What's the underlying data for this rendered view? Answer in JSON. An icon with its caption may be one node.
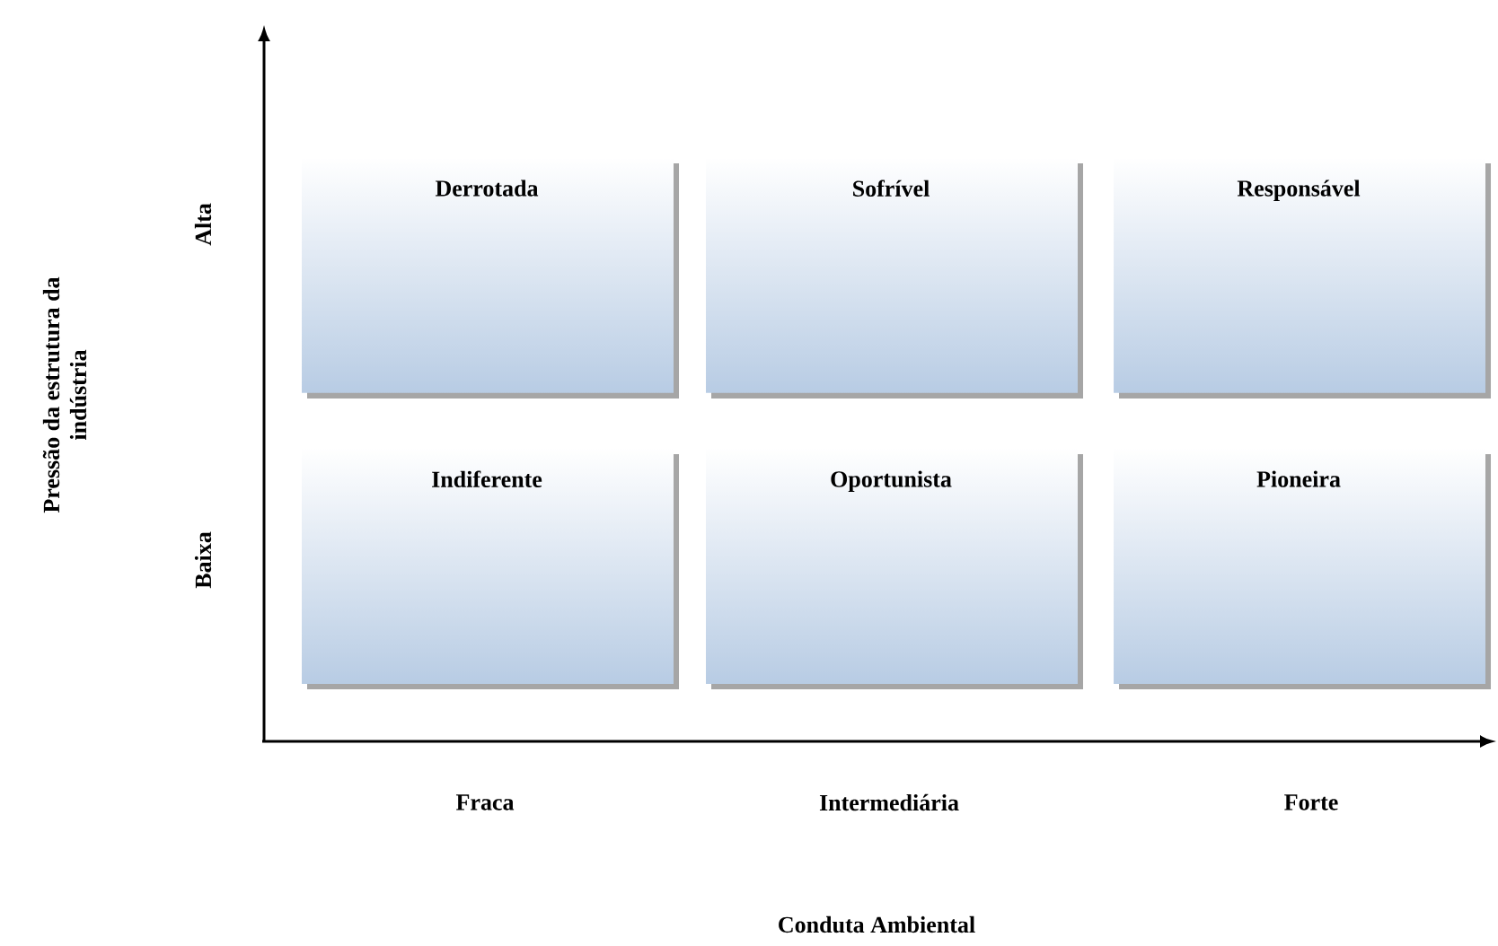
{
  "diagram": {
    "nodes": [
      {
        "text": [
          "Derrotada"
        ]
      },
      {
        "text": [
          "Sofrível"
        ]
      },
      {
        "text": [
          "Responsável"
        ]
      },
      {
        "text": [
          "Indiferente"
        ]
      },
      {
        "text": [
          "Oportunista"
        ]
      },
      {
        "text": [
          "Pioneira"
        ]
      }
    ],
    "labels": [
      "Pressão da estrutura da indústria",
      "Alta",
      "Baixa",
      "Fraca",
      "Intermediária",
      "Forte",
      "Conduta Ambiental"
    ]
  }
}
